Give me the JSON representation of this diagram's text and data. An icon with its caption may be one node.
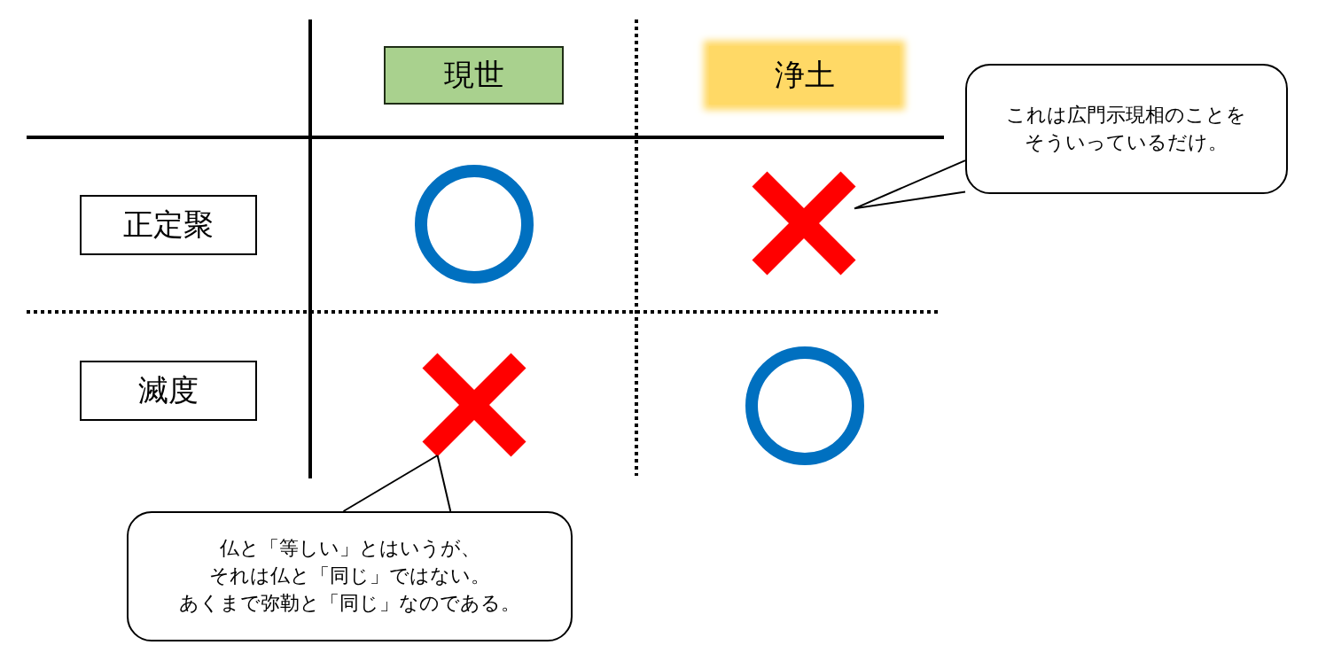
{
  "diagram": {
    "nodes": [
      {
        "text": [
          "現世"
        ]
      },
      {
        "text": [
          "浄土"
        ]
      },
      {
        "text": [
          "正定聚"
        ]
      },
      {
        "text": [
          "滅度"
        ]
      },
      {
        "text": [],
        "shape": "circle"
      },
      {
        "text": [],
        "shape": "cross"
      },
      {
        "text": [],
        "shape": "cross"
      },
      {
        "text": [],
        "shape": "circle"
      },
      {
        "text": [
          "これは広門示現相のことをそういっているだけ。"
        ]
      },
      {
        "text": [
          "仏と「等しい」とはいうが、それは仏と「同じ」ではない。あくまで弥勒と「同じ」なのである。"
        ]
      }
    ],
    "edges": [
      {
        "from": 8,
        "to": 5,
        "arrow": "none"
      },
      {
        "from": 9,
        "to": 6,
        "arrow": "none"
      }
    ]
  }
}
